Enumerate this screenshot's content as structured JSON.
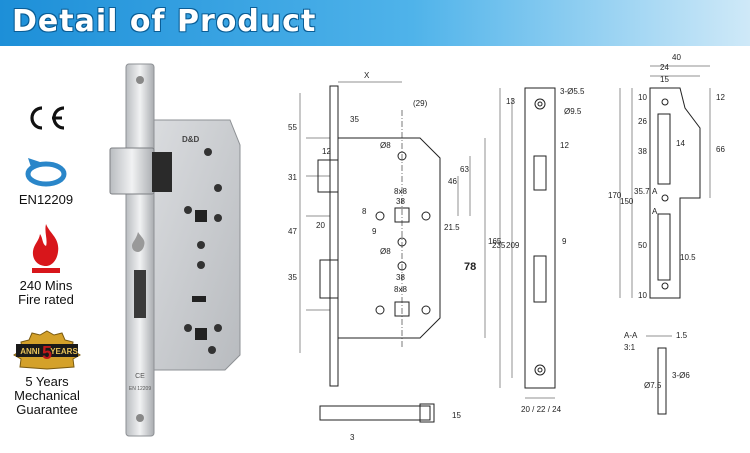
{
  "banner": {
    "title": "Detail of Product",
    "color_start": "#1d8fd8",
    "color_end": "#cfe9f8"
  },
  "certifications": {
    "ce": {
      "mark": "CE",
      "icon": "ce-mark-icon"
    },
    "en": {
      "label": "EN12209",
      "icon": "rotation-arrow-icon"
    },
    "fire": {
      "line1": "240 Mins",
      "line2": "Fire rated",
      "icon": "fire-icon",
      "color": "#d8161b"
    },
    "guarantee": {
      "badge_left": "ANNI",
      "badge_num": "5",
      "badge_right": "YEARS",
      "line1": "5 Years",
      "line2": "Mechanical",
      "line3": "Guarantee",
      "icon": "guarantee-seal-icon"
    }
  },
  "photo": {
    "brand": "D&D",
    "faceplate_ce": "CE",
    "faceplate_code": "EN 12209",
    "icon": "mortice-lock-photo"
  },
  "front_view": {
    "x": "X",
    "d29": "(29)",
    "d55": "55",
    "d35": "35",
    "d12": "12",
    "d31": "31",
    "phi8a": "Ø8",
    "d8x8a": "8x8",
    "d38a": "38",
    "d8": "8",
    "d9": "9",
    "d46": "46",
    "d63": "63",
    "d21_5": "21.5",
    "d165": "165",
    "d78": "78",
    "d47": "47",
    "d20": "20",
    "phi8b": "Ø8",
    "d35b": "35",
    "d38b": "38",
    "d8x8b": "8x8",
    "d15": "15",
    "d3": "3"
  },
  "side_view": {
    "d13": "13",
    "hole": "3-Ø5.5",
    "phi9_5": "Ø9.5",
    "d12": "12",
    "d235": "235",
    "d209": "209",
    "d9": "9",
    "widths": "20 / 22 / 24"
  },
  "strike_plate": {
    "d40": "40",
    "d24": "24",
    "d15": "15",
    "d10a": "10",
    "d12": "12",
    "d26": "26",
    "d38": "38",
    "d14": "14",
    "d66": "66",
    "d170": "170",
    "d150": "150",
    "d35_7": "35.7",
    "a1": "A",
    "a2": "A",
    "d50": "50",
    "d10_5": "10.5",
    "d10b": "10"
  },
  "section": {
    "title": "A-A",
    "scale": "3:1",
    "d1_5": "1.5",
    "phi7_5": "Ø7.5",
    "holes": "3-Ø6"
  }
}
